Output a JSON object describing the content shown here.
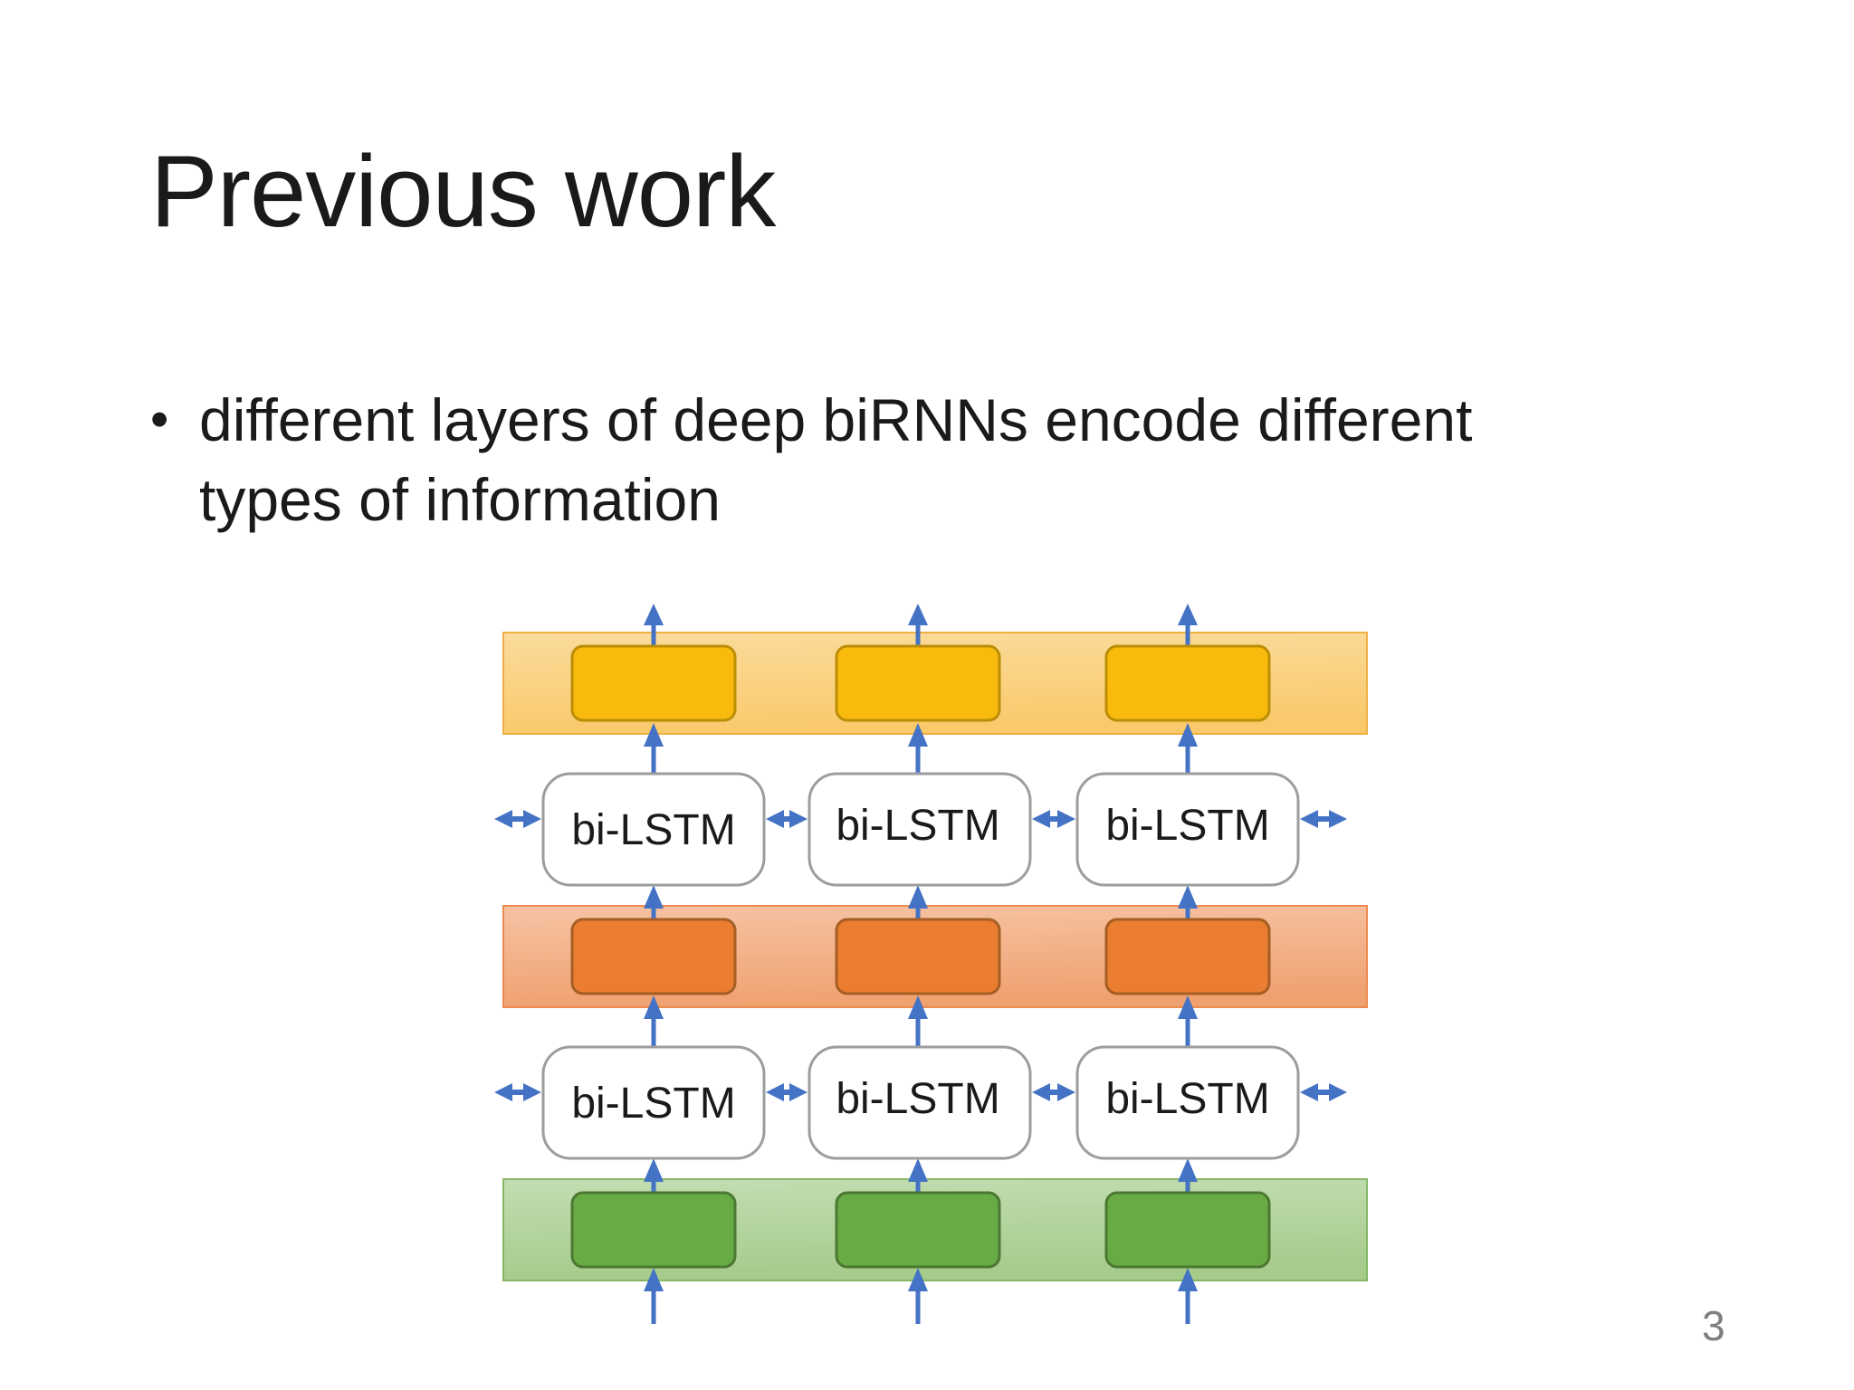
{
  "slide": {
    "title": "Previous work",
    "page_number": "3",
    "bullet": {
      "marker": "•",
      "lines": [
        "different layers of deep biRNNs encode different",
        "types of information"
      ]
    }
  },
  "diagram": {
    "lstm_label": "bi-LSTM",
    "layers": {
      "top_band": "output-layer-band-gold",
      "middle_band": "hidden-layer-band-orange",
      "bottom_band": "input-embedding-band-green"
    }
  },
  "colors": {
    "arrow-blue": "#4472c4",
    "band-gold-light": "#fbdc9c",
    "band-gold-dark": "#f9c96b",
    "band-gold-border": "#eeb145",
    "box-gold-fill": "#f8bb0d",
    "box-gold-border": "#bc8e06",
    "band-orange-light": "#f6c3a4",
    "band-orange-dark": "#f0a170",
    "band-orange-border": "#ed8a50",
    "box-orange-fill": "#eb7d31",
    "box-orange-border": "#a55e24",
    "band-green-light": "#c3ddb2",
    "band-green-dark": "#a6cb8b",
    "band-green-border": "#86b768",
    "box-green-fill": "#68aa43",
    "box-green-border": "#4c7832",
    "lstm-fill": "#ffffff",
    "lstm-border": "#9d9d9d",
    "title-color": "#1a1a1a",
    "body-color": "#1a1a1a",
    "page-number-color": "#7f7f7f"
  }
}
